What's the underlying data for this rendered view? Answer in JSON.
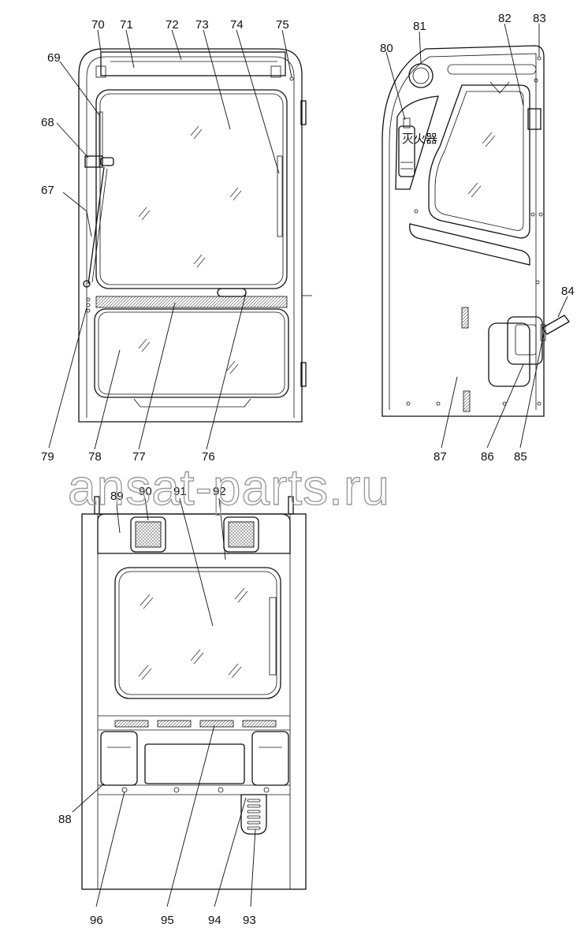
{
  "watermark": "ansat-parts.ru",
  "extinguisher_label": "灭火器",
  "callouts": {
    "c67": "67",
    "c68": "68",
    "c69": "69",
    "c70": "70",
    "c71": "71",
    "c72": "72",
    "c73": "73",
    "c74": "74",
    "c75": "75",
    "c76": "76",
    "c77": "77",
    "c78": "78",
    "c79": "79",
    "c80": "80",
    "c81": "81",
    "c82": "82",
    "c83": "83",
    "c84": "84",
    "c85": "85",
    "c86": "86",
    "c87": "87",
    "c88": "88",
    "c89": "89",
    "c90": "90",
    "c91": "91",
    "c92": "92",
    "c93": "93",
    "c94": "94",
    "c95": "95",
    "c96": "96"
  }
}
